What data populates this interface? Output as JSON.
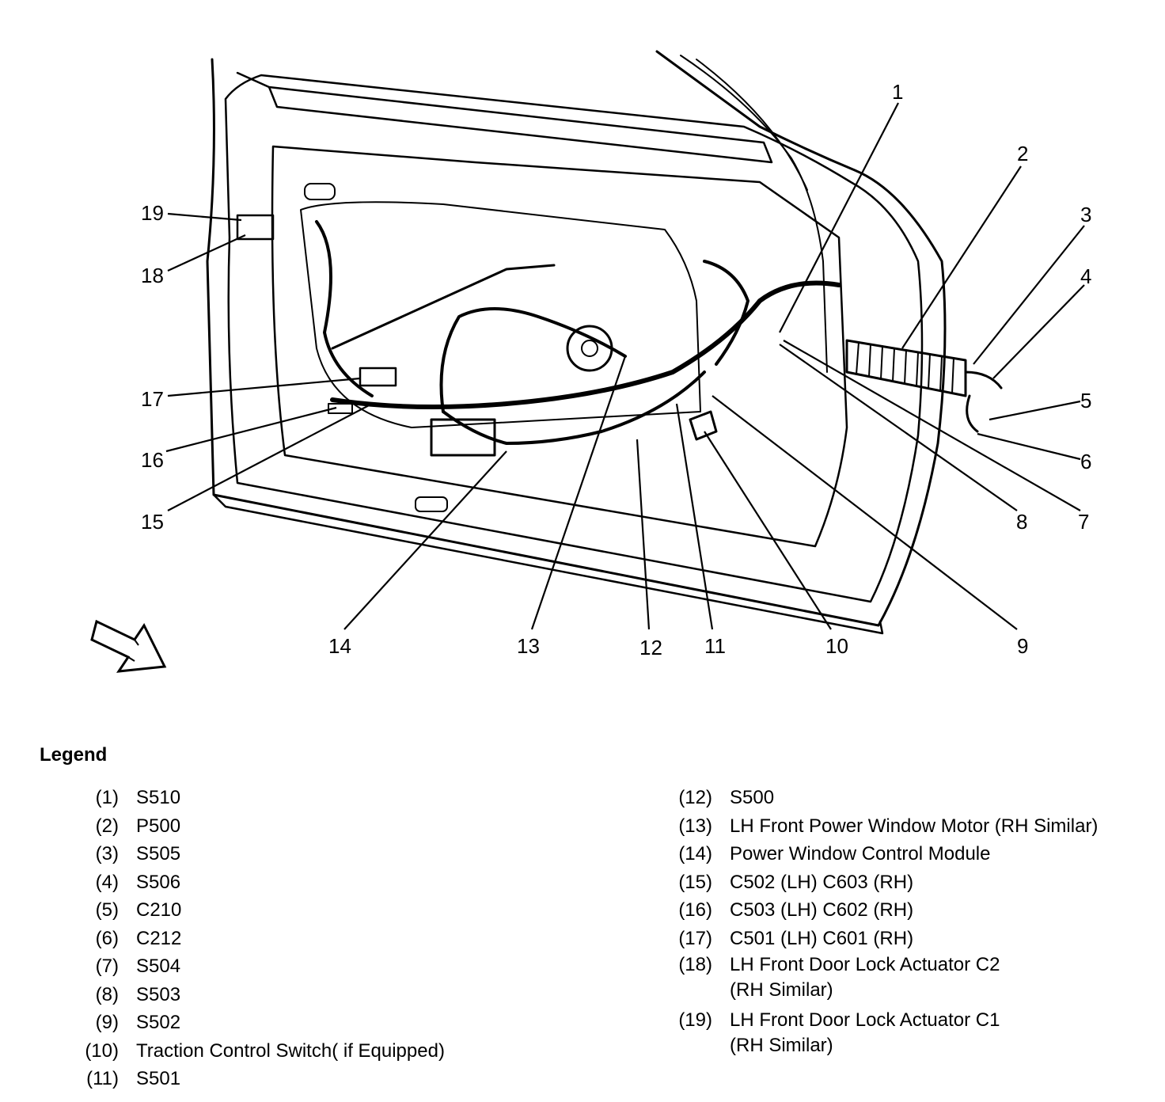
{
  "callouts": [
    "1",
    "2",
    "3",
    "4",
    "5",
    "6",
    "7",
    "8",
    "9",
    "10",
    "11",
    "12",
    "13",
    "14",
    "15",
    "16",
    "17",
    "18",
    "19"
  ],
  "legend": {
    "title": "Legend",
    "left_items": [
      {
        "num": "(1)",
        "text": "S510"
      },
      {
        "num": "(2)",
        "text": "P500"
      },
      {
        "num": "(3)",
        "text": "S505"
      },
      {
        "num": "(4)",
        "text": "S506"
      },
      {
        "num": "(5)",
        "text": "C210"
      },
      {
        "num": "(6)",
        "text": "C212"
      },
      {
        "num": "(7)",
        "text": "S504"
      },
      {
        "num": "(8)",
        "text": "S503"
      },
      {
        "num": "(9)",
        "text": "S502"
      },
      {
        "num": "(10)",
        "text": "Traction Control Switch( if Equipped)"
      },
      {
        "num": "(11)",
        "text": "S501"
      }
    ],
    "right_items": [
      {
        "num": "(12)",
        "text": "S500"
      },
      {
        "num": "(13)",
        "text": "LH Front Power Window Motor (RH Similar)"
      },
      {
        "num": "(14)",
        "text": "Power Window Control Module"
      },
      {
        "num": "(15)",
        "text": "C502 (LH) C603 (RH)"
      },
      {
        "num": "(16)",
        "text": "C503 (LH) C602 (RH)"
      },
      {
        "num": "(17)",
        "text": "C501 (LH) C601 (RH)"
      },
      {
        "num": "(18)",
        "text": "LH Front Door Lock Actuator C2\n(RH Similar)"
      },
      {
        "num": "(19)",
        "text": "LH Front Door Lock Actuator C1\n(RH Similar)"
      }
    ]
  }
}
